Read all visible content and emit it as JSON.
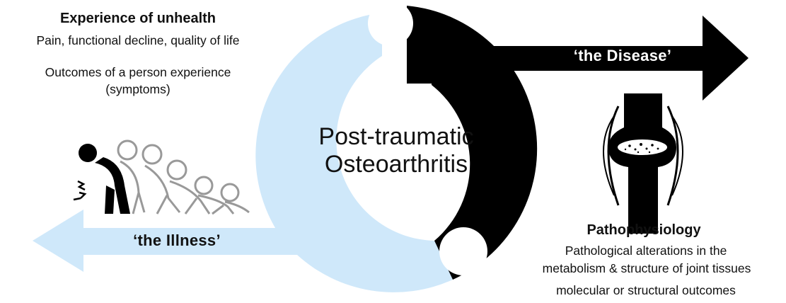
{
  "center": {
    "line1": "Post-traumatic",
    "line2": "Osteoarthritis"
  },
  "illness": {
    "arrow_label": "‘the Illness’",
    "heading": "Experience of unhealth",
    "line1": "Pain, functional decline, quality of life",
    "line2a": "Outcomes of a person experience",
    "line2b": "(symptoms)",
    "color": "#cfe8fa"
  },
  "disease": {
    "arrow_label": "‘the Disease’",
    "heading": "Pathophysiology",
    "line1a": "Pathological alterations in the",
    "line1b": "metabolism & structure of joint tissues",
    "line2": "molecular or structural outcomes",
    "color": "#000000"
  },
  "icons": [
    "person-decline-icon",
    "joint-icon"
  ]
}
